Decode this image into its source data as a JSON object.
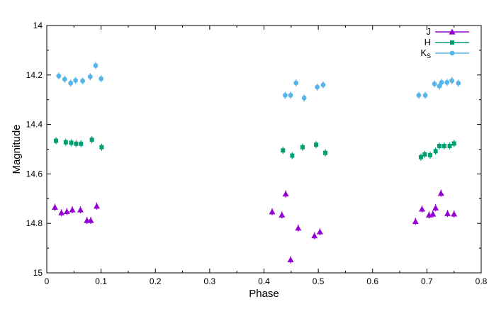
{
  "chart_data": {
    "type": "scatter",
    "xlabel": "Phase",
    "ylabel": "Magnitude",
    "xlim": [
      0,
      0.8
    ],
    "ylim": [
      14,
      15
    ],
    "y_inverted": true,
    "x_ticks": [
      "0",
      "0.1",
      "0.2",
      "0.3",
      "0.4",
      "0.5",
      "0.6",
      "0.7",
      "0.8"
    ],
    "y_ticks": [
      "14",
      "14.2",
      "14.4",
      "14.6",
      "14.8",
      "15"
    ],
    "grid": false,
    "legend_position": "top-right",
    "series": [
      {
        "name": "J",
        "marker": "triangle",
        "color": "#9400d3",
        "x": [
          0.015,
          0.027,
          0.037,
          0.047,
          0.062,
          0.074,
          0.081,
          0.092,
          0.415,
          0.433,
          0.44,
          0.449,
          0.463,
          0.493,
          0.503,
          0.679,
          0.691,
          0.704,
          0.711,
          0.716,
          0.726,
          0.738,
          0.75
        ],
        "y": [
          14.735,
          14.757,
          14.752,
          14.745,
          14.745,
          14.788,
          14.788,
          14.73,
          14.753,
          14.766,
          14.681,
          14.947,
          14.819,
          14.85,
          14.834,
          14.792,
          14.742,
          14.766,
          14.762,
          14.737,
          14.678,
          14.76,
          14.762
        ]
      },
      {
        "name": "H",
        "marker": "square",
        "color": "#009e73",
        "x": [
          0.017,
          0.035,
          0.045,
          0.054,
          0.063,
          0.083,
          0.101,
          0.435,
          0.452,
          0.471,
          0.496,
          0.513,
          0.689,
          0.696,
          0.706,
          0.716,
          0.723,
          0.732,
          0.742,
          0.75
        ],
        "y": [
          14.466,
          14.472,
          14.474,
          14.478,
          14.478,
          14.462,
          14.492,
          14.505,
          14.526,
          14.492,
          14.482,
          14.515,
          14.532,
          14.521,
          14.524,
          14.508,
          14.487,
          14.487,
          14.487,
          14.477
        ]
      },
      {
        "name": "Ks",
        "marker": "circle",
        "color": "#56b4e9",
        "x": [
          0.022,
          0.033,
          0.044,
          0.053,
          0.066,
          0.08,
          0.09,
          0.1,
          0.439,
          0.449,
          0.459,
          0.474,
          0.498,
          0.509,
          0.685,
          0.697,
          0.714,
          0.723,
          0.727,
          0.737,
          0.746,
          0.758
        ],
        "y": [
          14.204,
          14.217,
          14.233,
          14.222,
          14.224,
          14.207,
          14.162,
          14.215,
          14.282,
          14.282,
          14.232,
          14.293,
          14.249,
          14.24,
          14.282,
          14.282,
          14.236,
          14.245,
          14.23,
          14.23,
          14.223,
          14.233
        ]
      }
    ]
  },
  "legend": {
    "labels": [
      "J",
      "H",
      "K"
    ],
    "subscript": "S"
  }
}
